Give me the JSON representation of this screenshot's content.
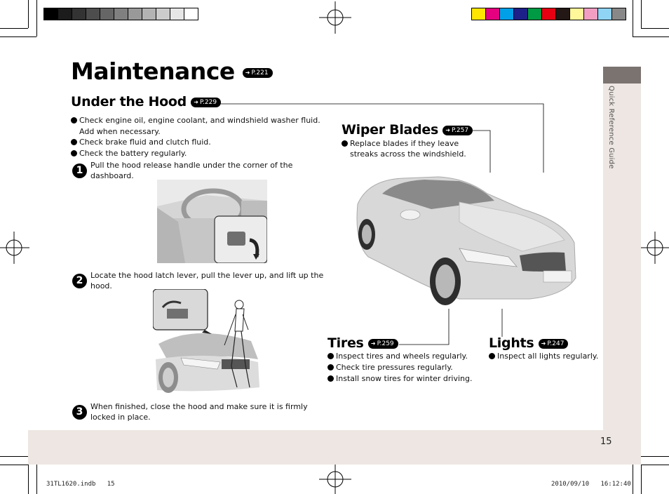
{
  "page": {
    "title": "Maintenance",
    "title_ref": "P.221",
    "sidebar_label": "Quick Reference Guide",
    "page_number": "15",
    "slug_left": "31TL1620.indb   15",
    "slug_right": "2010/09/10   16:12:40"
  },
  "under_hood": {
    "heading": "Under the Hood",
    "ref": "P.229",
    "bullets": [
      "Check engine oil, engine coolant, and windshield washer fluid.",
      "Add when necessary.",
      "Check brake fluid and clutch fluid.",
      "Check the battery regularly."
    ],
    "steps": [
      {
        "number": "1",
        "line1": "Pull the hood release handle under the corner of the",
        "line2": "dashboard."
      },
      {
        "number": "2",
        "line1": "Locate the hood latch lever, pull the lever up, and lift up the",
        "line2": "hood."
      },
      {
        "number": "3",
        "line1": "When finished, close the hood and make sure it is firmly",
        "line2": "locked in place."
      }
    ]
  },
  "wiper_blades": {
    "heading": "Wiper Blades",
    "ref": "P.257",
    "line1": "Replace blades if they leave",
    "line2": "streaks across the windshield."
  },
  "tires": {
    "heading": "Tires",
    "ref": "P.259",
    "bullets": [
      "Inspect tires and wheels regularly.",
      "Check tire pressures regularly.",
      "Install snow tires for winter driving."
    ]
  },
  "lights": {
    "heading": "Lights",
    "ref": "P.247",
    "bullets": [
      "Inspect all lights regularly."
    ]
  },
  "colors": {
    "band": "#ede6e2",
    "tab": "#7a7370",
    "gray_swatches": [
      "#000000",
      "#1c1c1c",
      "#333333",
      "#4d4d4d",
      "#666666",
      "#808080",
      "#999999",
      "#b3b3b3",
      "#cccccc",
      "#e6e6e6",
      "#ffffff"
    ],
    "color_swatches": [
      "#ffe600",
      "#e4007f",
      "#00a0e9",
      "#1d2088",
      "#009944",
      "#e60012",
      "#231815",
      "#fff799",
      "#f19ec2",
      "#8fd3f5",
      "#888888"
    ]
  }
}
